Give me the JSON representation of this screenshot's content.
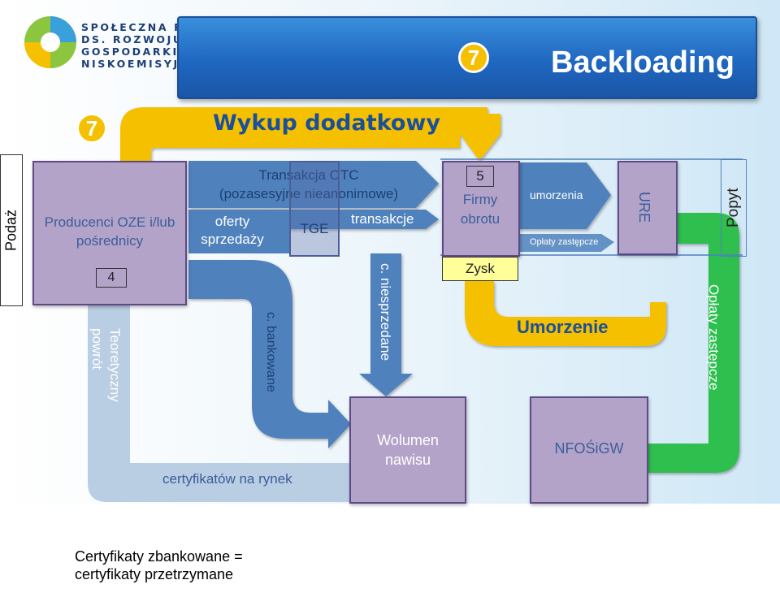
{
  "logo": {
    "lines": [
      "SPOŁECZNA RADA",
      "DS. ROZWOJU",
      "GOSPODARKI",
      "NISKOEMISYJNEJ"
    ]
  },
  "banner": {
    "number": "7",
    "title": "Backloading"
  },
  "top_flow": {
    "number": "7",
    "label": "Wykup dodatkowy"
  },
  "side_labels": {
    "left": "Podaż",
    "right": "Popyt"
  },
  "producers": {
    "label": "Producenci OZE i/lub pośrednicy",
    "badge": "4"
  },
  "otc": {
    "line1": "Transakcja OTC",
    "line2": "(pozasesyjne nieanonimowe)"
  },
  "offers": {
    "line1": "oferty",
    "line2": "sprzedaży"
  },
  "tge": {
    "label": "TGE"
  },
  "transactions": {
    "label": "transakcje"
  },
  "firms": {
    "badge": "5",
    "line1": "Firmy",
    "line2": "obrotu",
    "profit": "Zysk"
  },
  "umorzenia": {
    "label": "umorzenia"
  },
  "oplaty_small": {
    "label": "Opłaty zastępcze"
  },
  "ure": {
    "label": "URE"
  },
  "banked": {
    "label": "c. bankowane"
  },
  "unsold": {
    "label": "c. niesprzedane"
  },
  "return_flow": {
    "line1": "Teoretyczny",
    "line2": "powrót"
  },
  "to_market": {
    "label": "certyfikatów na rynek"
  },
  "overhang": {
    "line1": "Wolumen",
    "line2": "nawisu"
  },
  "redemption": {
    "label": "Umorzenie"
  },
  "nfosigw": {
    "label": "NFOŚiGW"
  },
  "oplaty_big": {
    "label": "Opłaty zastępcze"
  },
  "footnote": {
    "line1": "Certyfikaty zbankowane =",
    "line2": "certyfikaty przetrzymane"
  },
  "colors": {
    "blue_flow": "#4f81bd",
    "yellow_flow": "#f5c000",
    "green_flow": "#2fbf4f",
    "purple_box": "#b3a3c9",
    "light_return": "#b9cde3"
  }
}
